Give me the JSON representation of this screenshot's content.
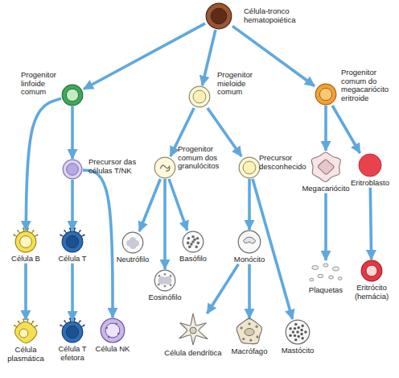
{
  "diagram": {
    "nodes": [
      {
        "text": [
          "Célula-tronco hematopoiética"
        ]
      },
      {
        "text": [
          "Progenitor linfoide comum"
        ]
      },
      {
        "text": [
          "Progenitor mieloide comum"
        ]
      },
      {
        "text": [
          "Progenitor comum do megacariócito eritroide"
        ]
      },
      {
        "text": [
          "Precursor das células T/NK"
        ]
      },
      {
        "text": [
          "Progenitor comum dos granulócitos"
        ]
      },
      {
        "text": [
          "Precursor desconhecido"
        ]
      },
      {
        "text": [
          "Megacariócito"
        ]
      },
      {
        "text": [
          "Eritroblasto"
        ]
      },
      {
        "text": [
          "Célula B"
        ]
      },
      {
        "text": [
          "Célula T"
        ]
      },
      {
        "text": [
          "Neutrófilo"
        ]
      },
      {
        "text": [
          "Eosinófilo"
        ]
      },
      {
        "text": [
          "Basófilo"
        ]
      },
      {
        "text": [
          "Monócito"
        ]
      },
      {
        "text": [
          "Plaquetas"
        ]
      },
      {
        "text": [
          "Eritrócito (hemácia)"
        ]
      },
      {
        "text": [
          "Célula plasmática"
        ]
      },
      {
        "text": [
          "Célula T efetora"
        ]
      },
      {
        "text": [
          "Célula NK"
        ]
      },
      {
        "text": [
          "Célula dendrítica"
        ]
      },
      {
        "text": [
          "Macrófago"
        ]
      },
      {
        "text": [
          "Mastócito"
        ]
      }
    ],
    "edges": [
      {
        "from": 0,
        "to": 1,
        "arrow": "to"
      },
      {
        "from": 0,
        "to": 2,
        "arrow": "to"
      },
      {
        "from": 0,
        "to": 3,
        "arrow": "to"
      },
      {
        "from": 1,
        "to": 9,
        "arrow": "to"
      },
      {
        "from": 1,
        "to": 4,
        "arrow": "to"
      },
      {
        "from": 4,
        "to": 10,
        "arrow": "to"
      },
      {
        "from": 4,
        "to": 19,
        "arrow": "to"
      },
      {
        "from": 2,
        "to": 5,
        "arrow": "to"
      },
      {
        "from": 2,
        "to": 6,
        "arrow": "to"
      },
      {
        "from": 5,
        "to": 11,
        "arrow": "to"
      },
      {
        "from": 5,
        "to": 12,
        "arrow": "to"
      },
      {
        "from": 5,
        "to": 13,
        "arrow": "to"
      },
      {
        "from": 6,
        "to": 14,
        "arrow": "to"
      },
      {
        "from": 6,
        "to": 22,
        "arrow": "to"
      },
      {
        "from": 3,
        "to": 7,
        "arrow": "to"
      },
      {
        "from": 3,
        "to": 8,
        "arrow": "to"
      },
      {
        "from": 7,
        "to": 15,
        "arrow": "to"
      },
      {
        "from": 8,
        "to": 16,
        "arrow": "to"
      },
      {
        "from": 9,
        "to": 17,
        "arrow": "to"
      },
      {
        "from": 10,
        "to": 18,
        "arrow": "to"
      },
      {
        "from": 14,
        "to": 20,
        "arrow": "to"
      },
      {
        "from": 14,
        "to": 21,
        "arrow": "to"
      }
    ]
  }
}
